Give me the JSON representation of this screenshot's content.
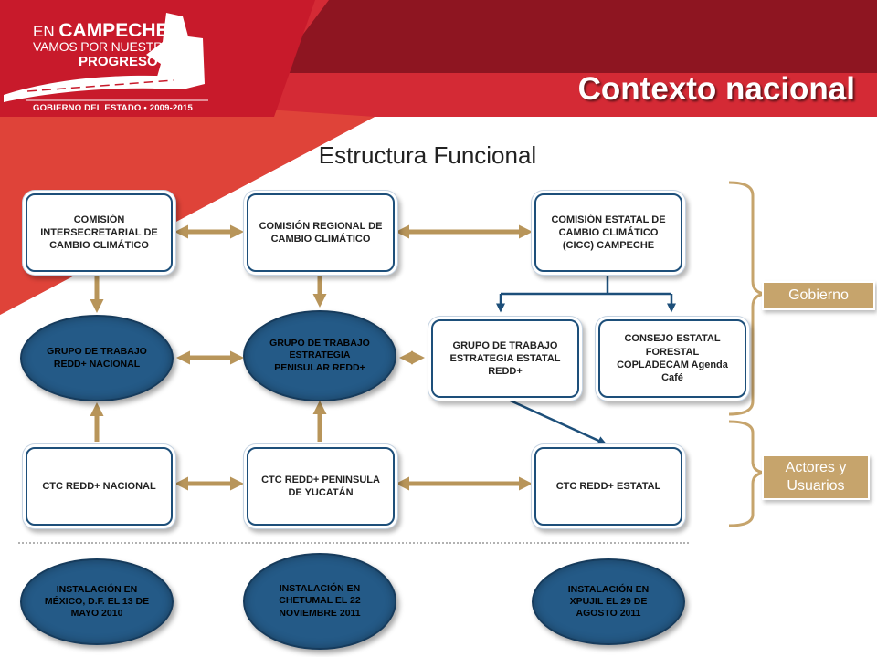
{
  "header": {
    "logo_en": "EN",
    "logo_campeche": "CAMPECHE",
    "logo_tagline": "VAMOS POR NUESTRO",
    "logo_progreso": "PROGRESO",
    "logo_gobierno": "GOBIERNO DEL ESTADO • 2009-2015",
    "title": "Contexto nacional"
  },
  "subtitle": "Estructura Funcional",
  "boxes": {
    "cicc": "COMISIÓN INTERSECRETARIAL DE CAMBIO CLIMÁTICO",
    "regional": "COMISIÓN REGIONAL DE CAMBIO CLIMÁTICO",
    "estatal": "COMISIÓN ESTATAL DE CAMBIO CLIMÁTICO (CICC) CAMPECHE",
    "gt_estatal": "GRUPO DE TRABAJO ESTRATEGIA ESTATAL REDD+",
    "consejo": "CONSEJO ESTATAL FORESTAL COPLADECAM Agenda Café",
    "ctc_nacional": "CTC REDD+ NACIONAL",
    "ctc_peninsula": "CTC REDD+ PENINSULA DE YUCATÁN",
    "ctc_estatal": "CTC REDD+ ESTATAL"
  },
  "ovals": {
    "gt_nacional": "GRUPO DE TRABAJO REDD+ NACIONAL",
    "gt_peninsular": "GRUPO DE TRABAJO ESTRATEGIA PENISULAR REDD+",
    "inst_mexico": "INSTALACIÓN EN MÉXICO, D.F. EL 13 DE MAYO 2010",
    "inst_chetumal": "INSTALACIÓN EN CHETUMAL EL 22 NOVIEMBRE 2011",
    "inst_xpujil": "INSTALACIÓN EN XPUJIL EL 29 DE AGOSTO 2011"
  },
  "brackets": {
    "gobierno": "Gobierno",
    "actores": "Actores y Usuarios"
  },
  "colors": {
    "header_red": "#c8102e",
    "header_dark_red": "#8b1320",
    "box_border": "#1d4f7a",
    "oval_fill": "#245a87",
    "arrow_gold": "#b8955a",
    "bracket_gold": "#c6a46c"
  }
}
